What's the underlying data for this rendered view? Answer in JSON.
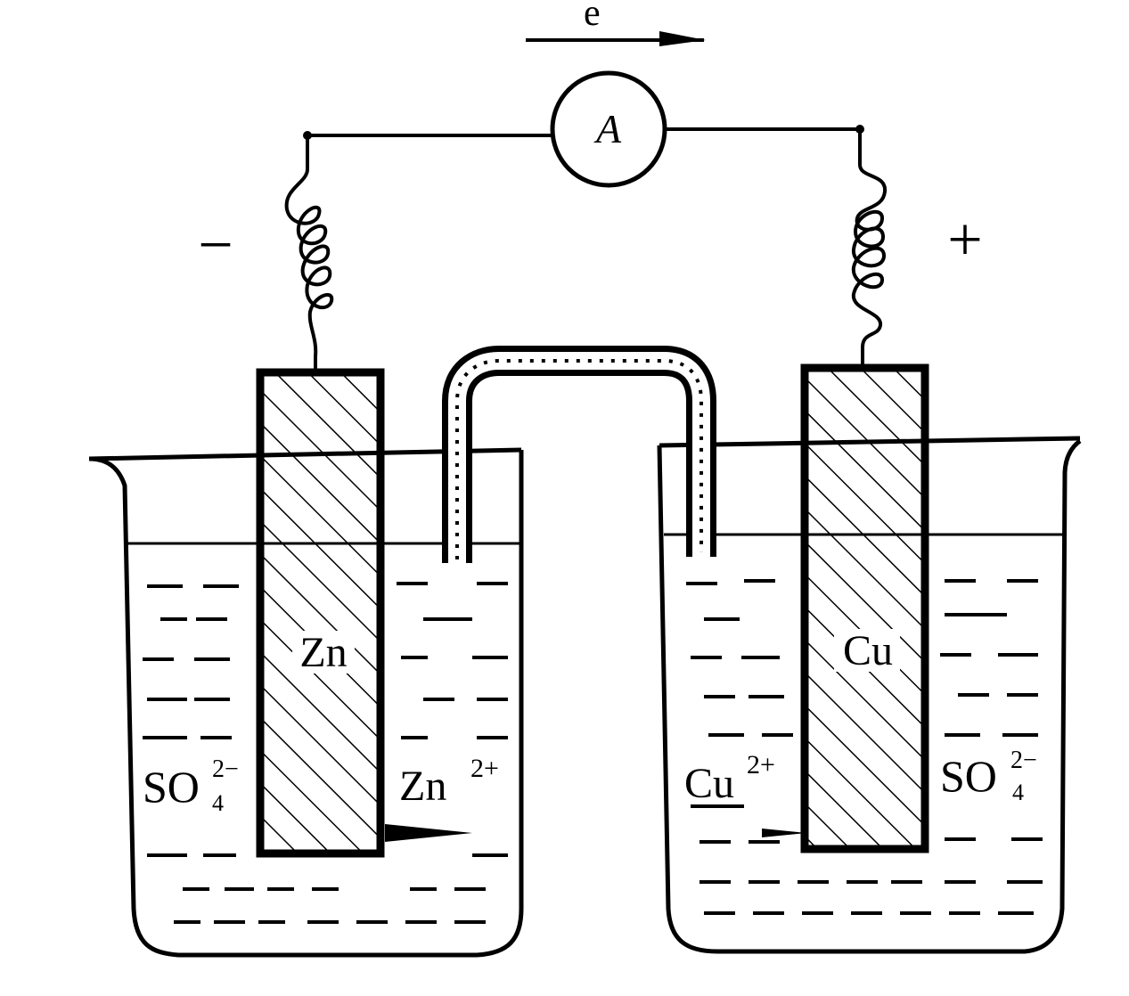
{
  "labels": {
    "electron": "e",
    "ammeter": "A",
    "negative": "−",
    "positive": "+",
    "zinc_electrode": "Zn",
    "copper_electrode": "Cu",
    "sulfate_left_base": "SO",
    "sulfate_left_sub": "4",
    "sulfate_left_sup": "2−",
    "zinc_ion_base": "Zn",
    "zinc_ion_sup": "2+",
    "copper_ion_base": "Cu",
    "copper_ion_sup": "2+",
    "sulfate_right_base": "SO",
    "sulfate_right_sub": "4",
    "sulfate_right_sup": "2−"
  },
  "colors": {
    "ink": "#000000",
    "paper": "#ffffff"
  }
}
